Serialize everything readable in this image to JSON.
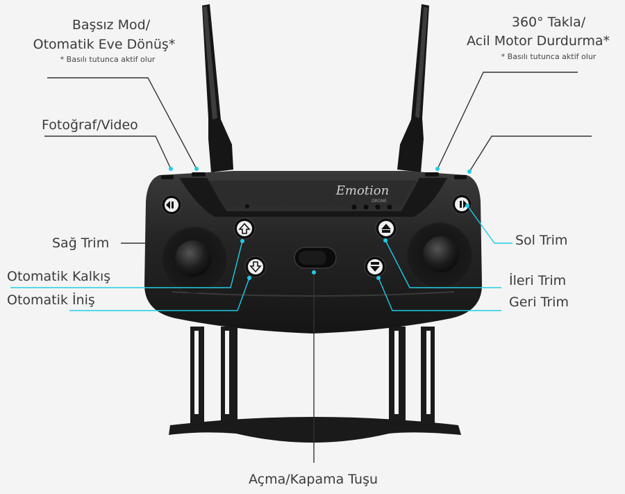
{
  "brand": {
    "name": "Emotion",
    "sub": "DRONE"
  },
  "labels": {
    "headless_1": "Başsız Mod/",
    "headless_2": "Otomatik Eve Dönüş*",
    "headless_note": "* Basılı tutunca aktif olur",
    "flip_1": "360° Takla/",
    "flip_2": "Acil Motor Durdurma*",
    "flip_note": "* Basılı tutunca aktif olur",
    "photo_video": "Fotoğraf/Video",
    "right_trim": "Sağ Trim",
    "left_trim": "Sol Trim",
    "auto_takeoff": "Otomatik Kalkış",
    "auto_land": "Otomatik İniş",
    "forward_trim": "İleri Trim",
    "back_trim": "Geri Trim",
    "power_button": "Açma/Kapama Tuşu"
  },
  "colors": {
    "accent": "#1ecde8",
    "body": "#222222",
    "line": "#333333",
    "bg": "#f4f4f4"
  },
  "icons": [
    "antenna",
    "joystick",
    "arrow-up-icon",
    "arrow-down-icon",
    "trim-left-icon",
    "trim-right-icon",
    "power-switch"
  ]
}
